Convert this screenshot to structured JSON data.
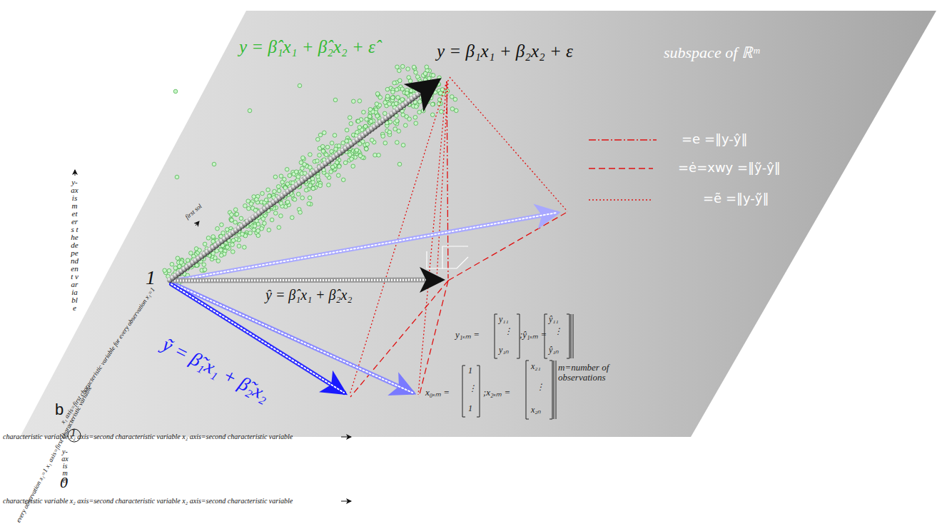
{
  "diagram": {
    "labels": [
      "y = β̂₁x₁ + β̂₂x₂ + ε̂",
      "y = β₁x₁ + β₂x₂ + ε",
      "subspace of ℝᵐ",
      "1",
      "first sol",
      "ŷ = β̂₁x₁ + β̂₂x₂",
      "ỹ = β̃₁x₁ + β̃₂x₂",
      "y₁ₓₘ =",
      "y₁₁",
      "⋮",
      "y₁ₙ",
      ";ŷ₁ₓₘ =",
      "ŷ₁₁",
      "⋮",
      "ŷ₁ₙ",
      "x₀ₓₘ =",
      "1",
      "⋮",
      "1",
      ";x₂ₓₘ =",
      "x₂₁",
      "⋮",
      "x₂ₙ",
      "m=number of observations",
      "y-axis meters the dependent variable",
      "b",
      "1",
      "0",
      "y-axis met",
      "characteristic variable  x₂ axis=second characteristic variable   x₂ axis=second characteristic variable",
      "characteristic variable  x₂ axis=second characteristic variable   x₂ axis=second characteristic variable",
      "x₁ axis=first characteristic variable for every observation x₁=1",
      "every observation x₁=1  x₁ axis=first characteristic variable"
    ],
    "legend": [
      {
        "text": "=e =‖y-ŷ‖"
      },
      {
        "text": "=ė=xwy =‖ỹ-ŷ‖"
      },
      {
        "text": "=ẽ =‖y-ỹ‖"
      }
    ]
  }
}
